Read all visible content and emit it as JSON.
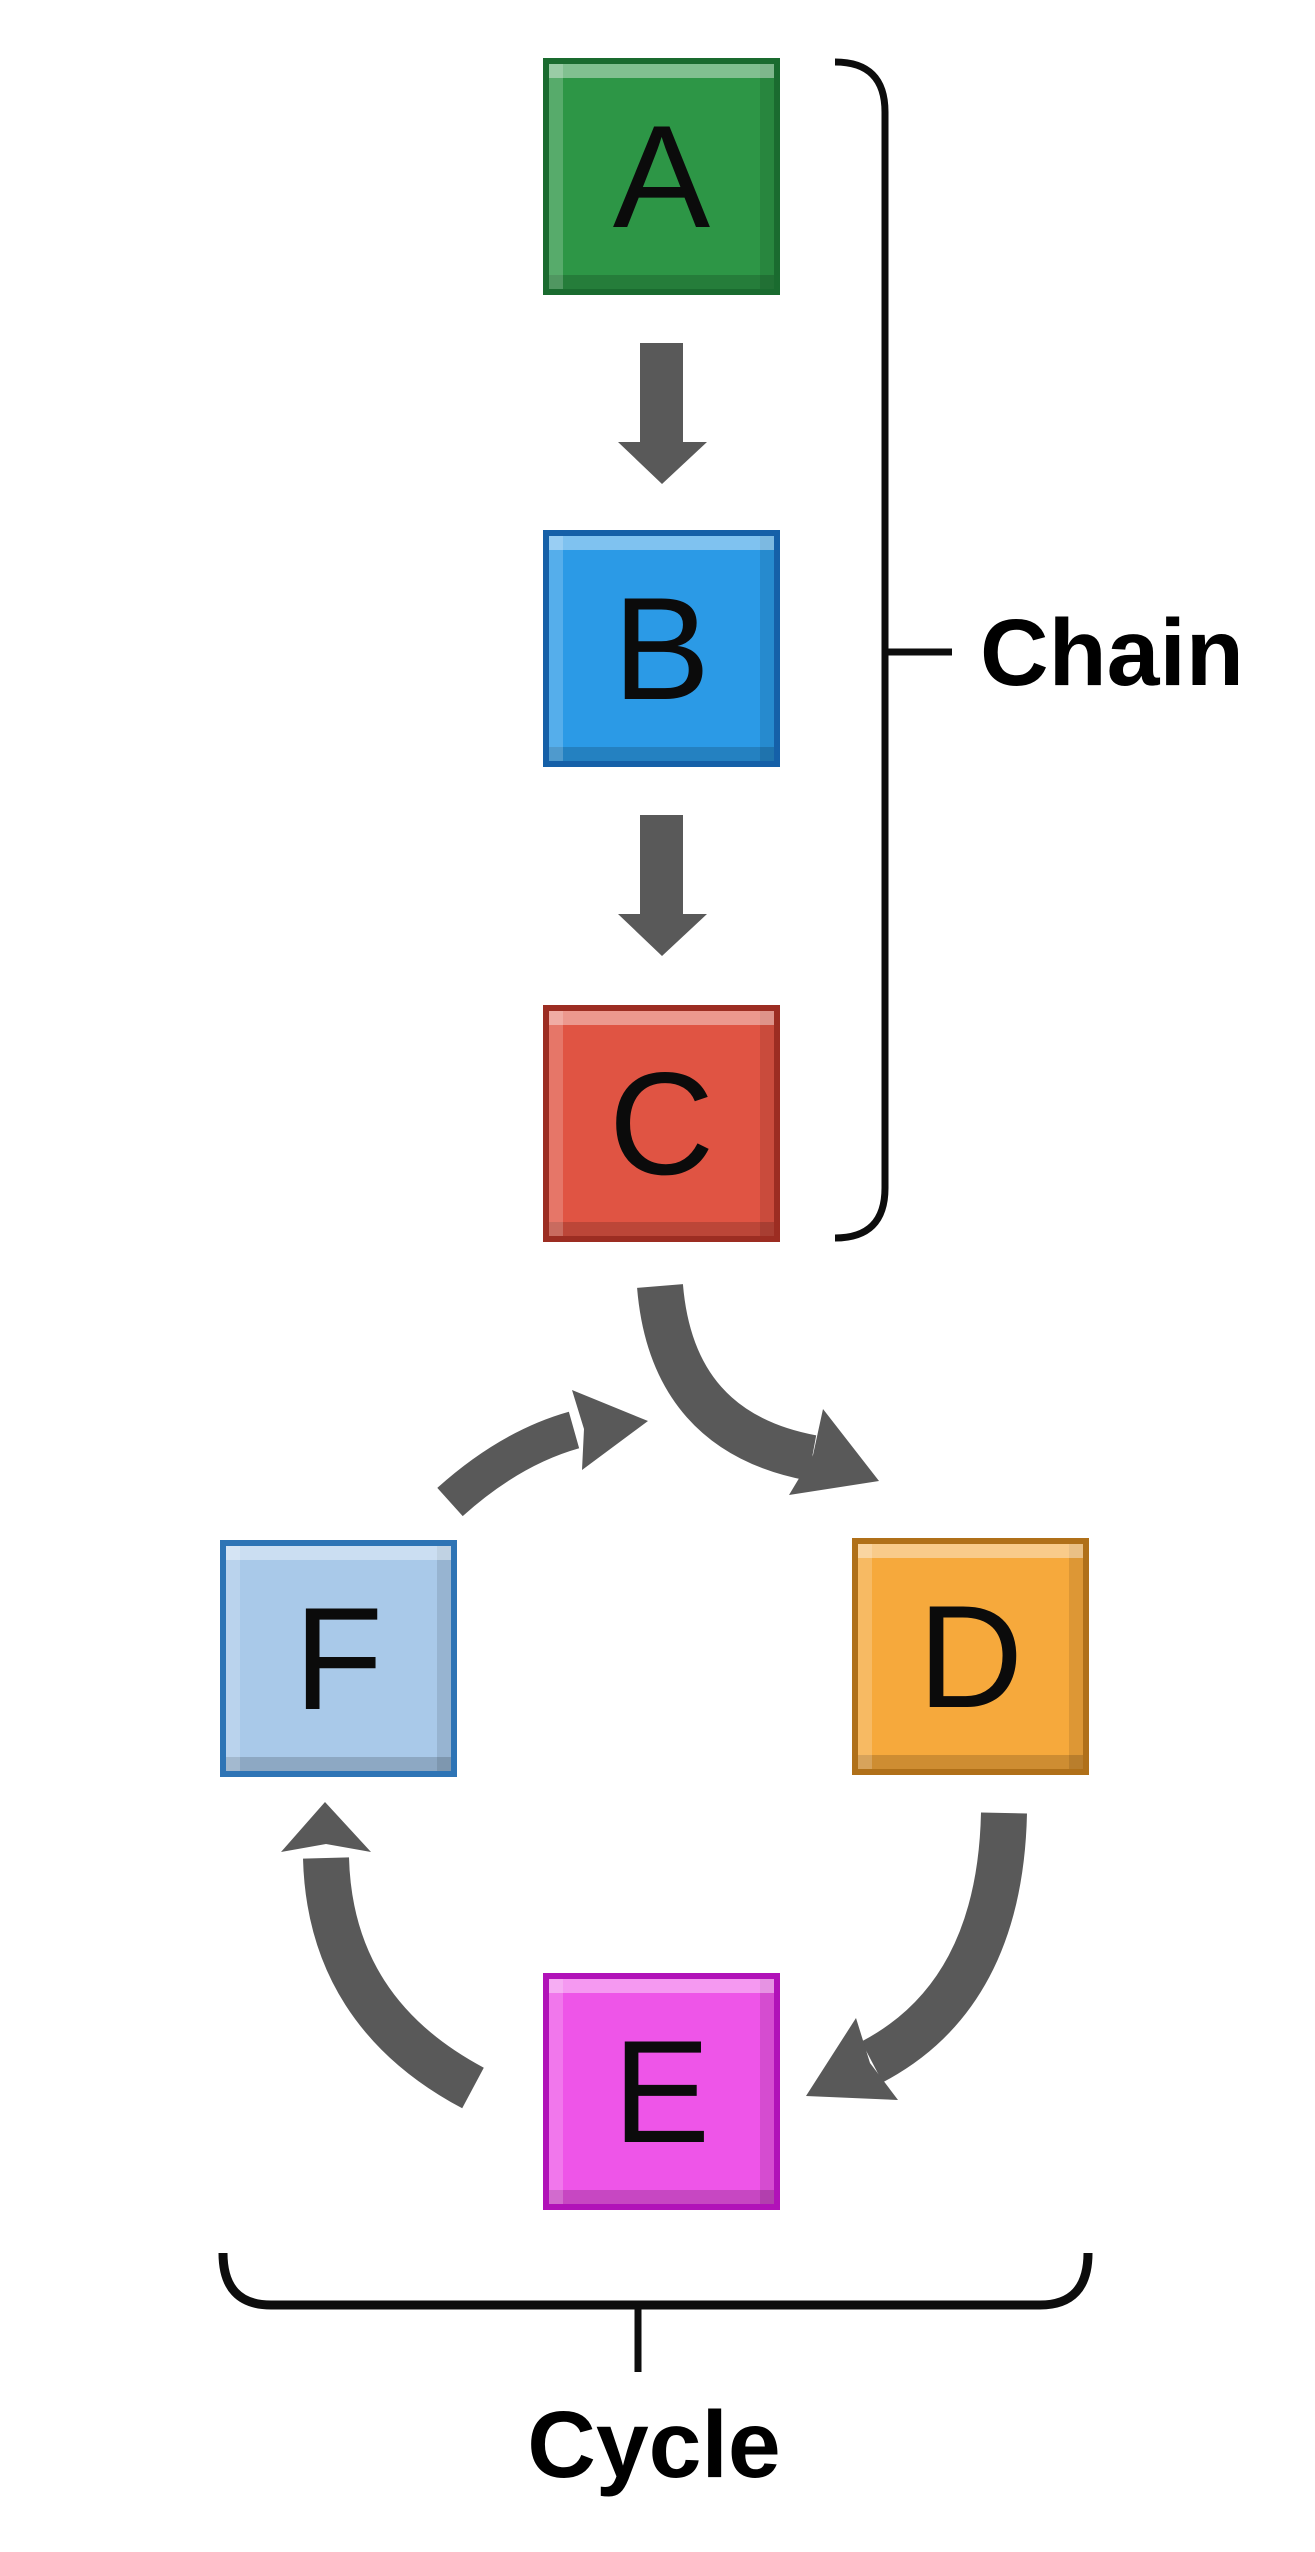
{
  "nodes": {
    "A": {
      "label": "A",
      "fill": "#2d9646",
      "border": "#1a6b2f"
    },
    "B": {
      "label": "B",
      "fill": "#2b9ae6",
      "border": "#1560a8"
    },
    "C": {
      "label": "C",
      "fill": "#e05443",
      "border": "#9c2d22"
    },
    "D": {
      "label": "D",
      "fill": "#f6a93c",
      "border": "#b07019"
    },
    "E": {
      "label": "E",
      "fill": "#ee55e8",
      "border": "#b112b8"
    },
    "F": {
      "label": "F",
      "fill": "#a9c9e9",
      "border": "#2e74b5"
    }
  },
  "groups": {
    "chain": {
      "label": "Chain",
      "members": [
        "A",
        "B",
        "C"
      ]
    },
    "cycle": {
      "label": "Cycle",
      "members": [
        "D",
        "E",
        "F"
      ]
    }
  },
  "edges": [
    {
      "from": "A",
      "to": "B",
      "style": "straight"
    },
    {
      "from": "B",
      "to": "C",
      "style": "straight"
    },
    {
      "from": "C",
      "to": "D",
      "style": "curved"
    },
    {
      "from": "D",
      "to": "E",
      "style": "curved"
    },
    {
      "from": "E",
      "to": "F",
      "style": "curved"
    },
    {
      "from": "F",
      "to": "D",
      "style": "curved"
    }
  ],
  "colors": {
    "arrow": "#595959",
    "bracket": "#0d0d0d",
    "letter": "#0b0b0b",
    "background": "#ffffff"
  }
}
